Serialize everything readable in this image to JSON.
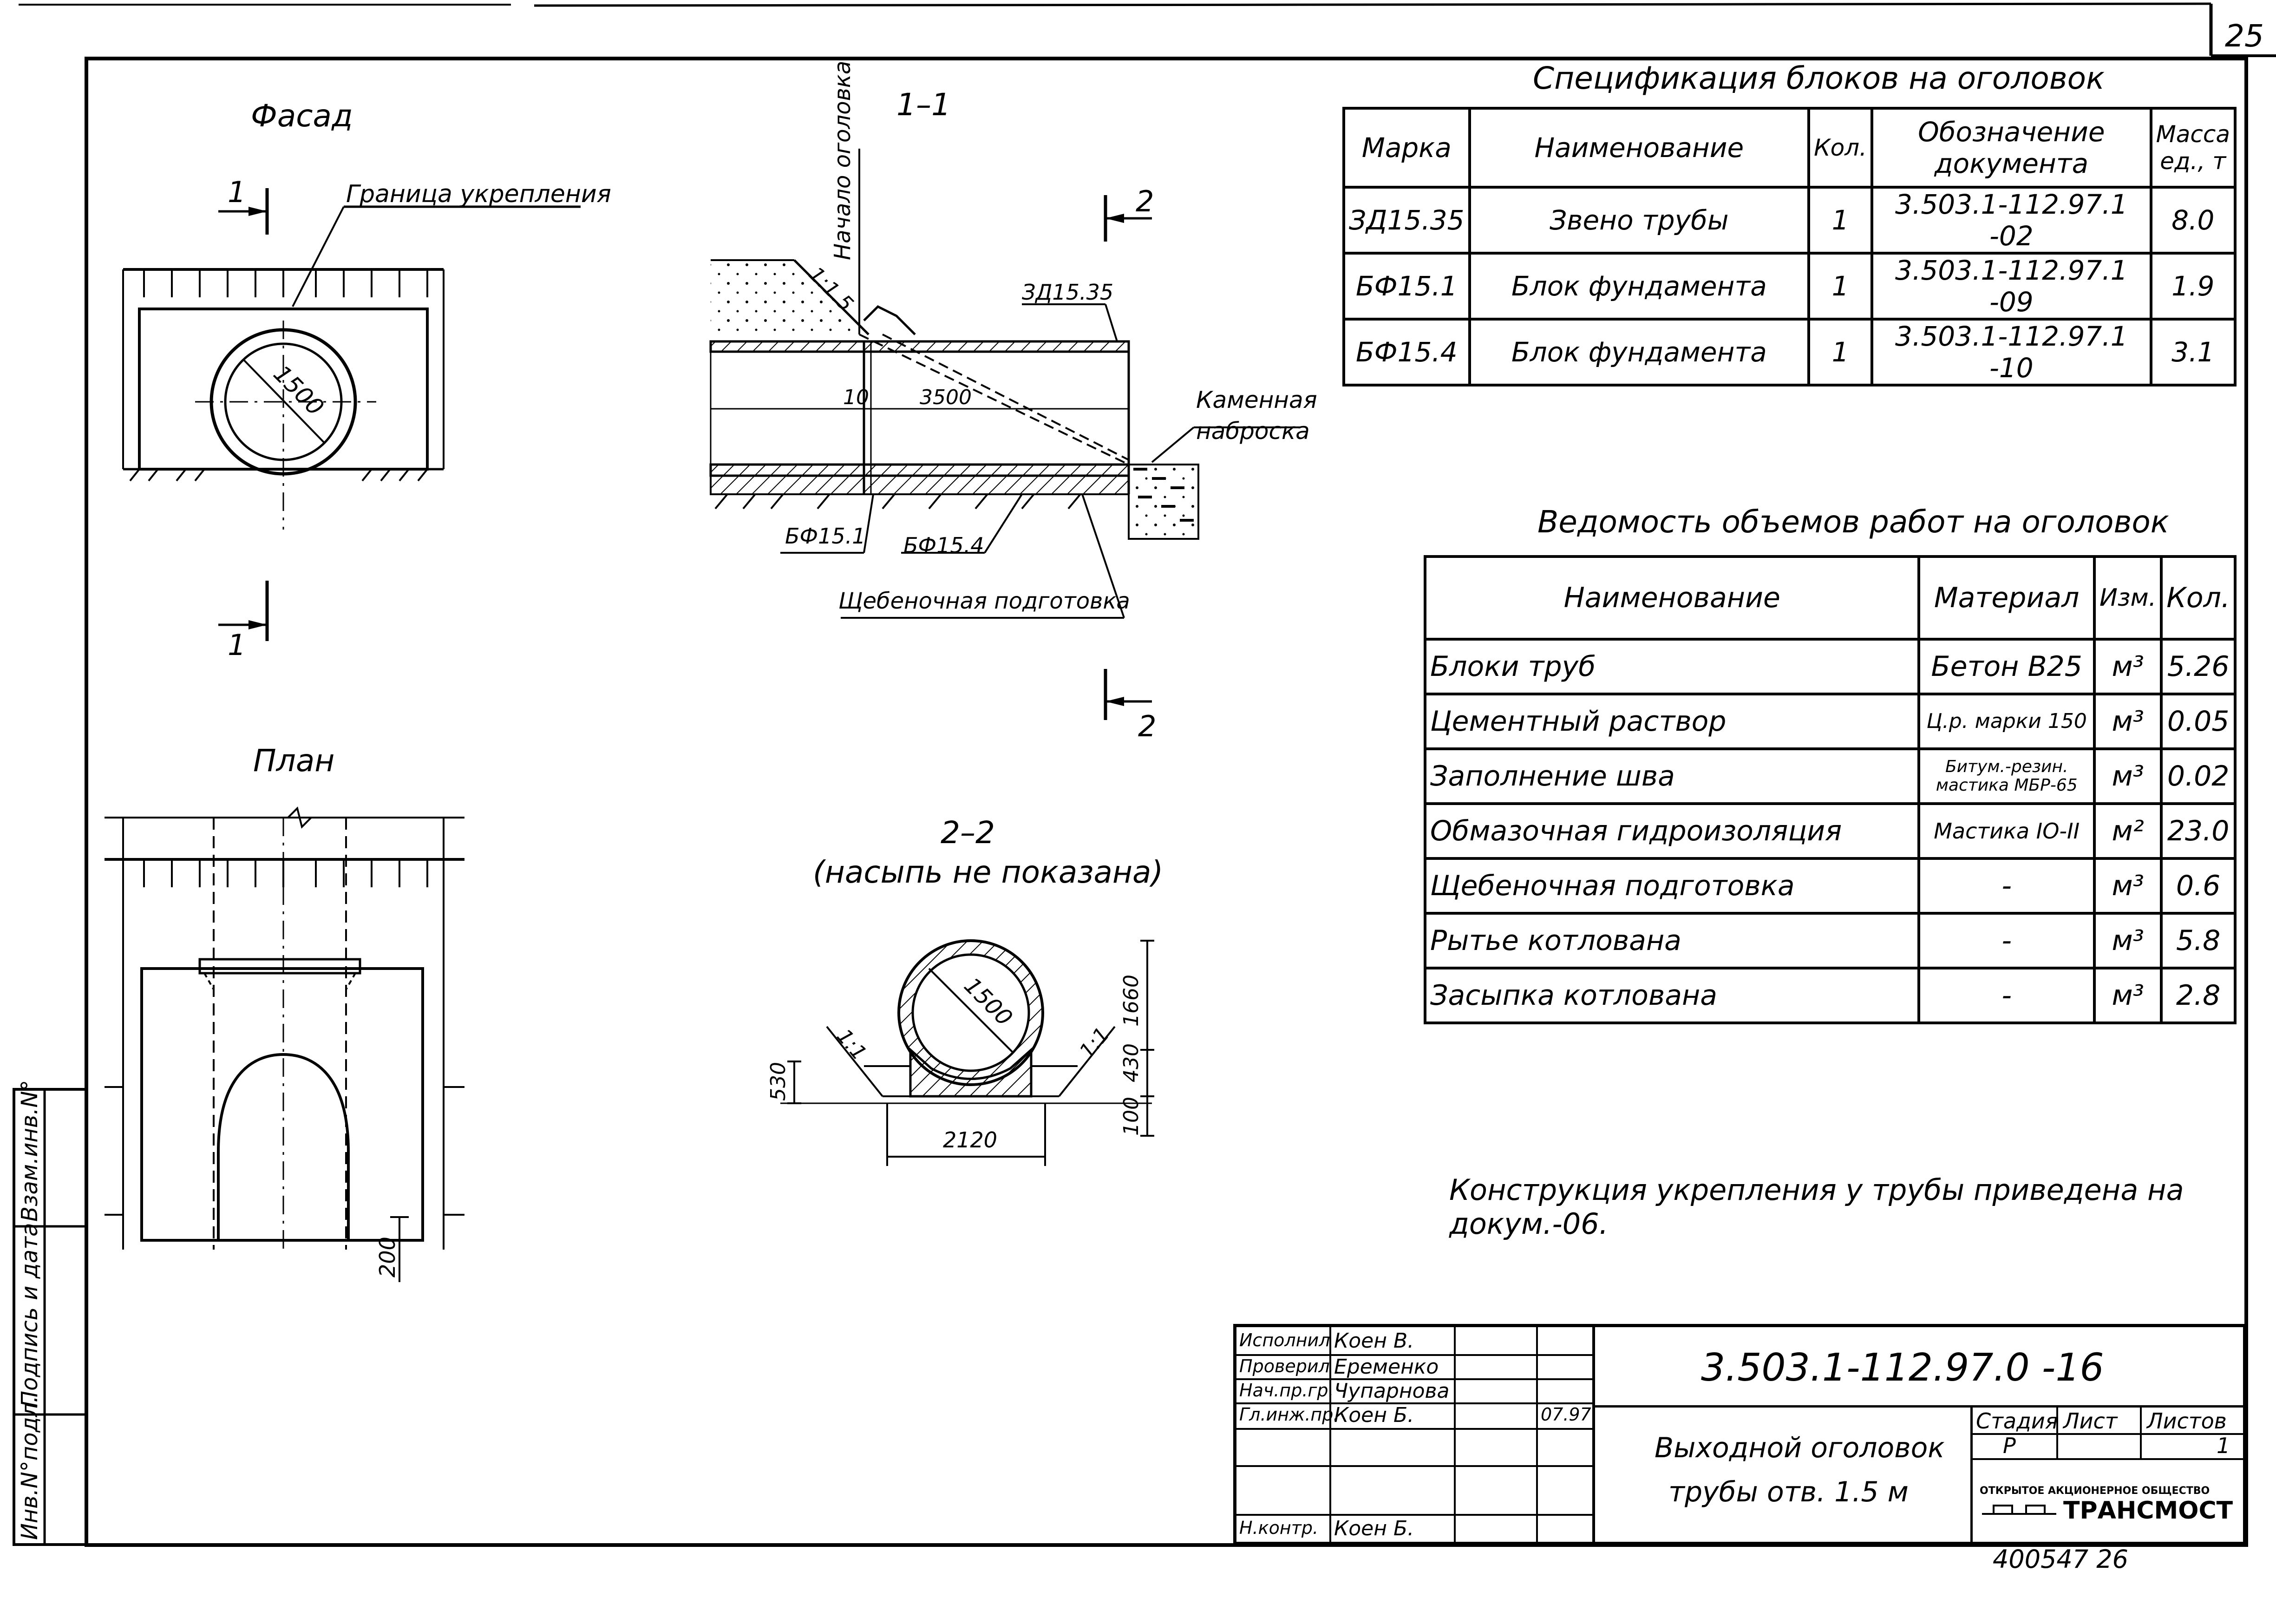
{
  "page_number": "25",
  "views": {
    "facade": {
      "title": "Фасад",
      "cut_mark": "1",
      "border_label": "Граница укрепления",
      "diameter": "1500"
    },
    "plan": {
      "title": "План",
      "dim_200": "200"
    },
    "section_1_1": {
      "title": "1–1",
      "cut_mark": "2",
      "start_label": "Начало оголовка",
      "slope": "1:1.5",
      "block_zd": "ЗД15.35",
      "dim_10": "10",
      "dim_3500": "3500",
      "riprap_line1": "Каменная",
      "riprap_line2": "наброска",
      "block_bf1": "БФ15.1",
      "block_bf4": "БФ15.4",
      "gravel_label": "Щебеночная подготовка"
    },
    "section_2_2": {
      "title": "2–2",
      "subtitle": "(насыпь не показана)",
      "diameter": "1500",
      "slope_left": "1:1",
      "slope_right": "1:1",
      "dim_1660": "1660",
      "dim_430": "430",
      "dim_100": "100",
      "dim_530": "530",
      "dim_2120": "2120"
    }
  },
  "spec_table": {
    "title": "Спецификация блоков на оголовок",
    "headers": [
      "Марка",
      "Наименование",
      "Кол.",
      "Обозначение документа",
      "Масса ед., т"
    ],
    "rows": [
      [
        "ЗД15.35",
        "Звено трубы",
        "1",
        "3.503.1-112.97.1 -02",
        "8.0"
      ],
      [
        "БФ15.1",
        "Блок фундамента",
        "1",
        "3.503.1-112.97.1 -09",
        "1.9"
      ],
      [
        "БФ15.4",
        "Блок фундамента",
        "1",
        "3.503.1-112.97.1 -10",
        "3.1"
      ]
    ]
  },
  "volume_table": {
    "title": "Ведомость объемов работ на оголовок",
    "headers": [
      "Наименование",
      "Материал",
      "Изм.",
      "Кол."
    ],
    "rows": [
      [
        "Блоки труб",
        "Бетон В25",
        "м³",
        "5.26"
      ],
      [
        "Цементный раствор",
        "Ц.р. марки 150",
        "м³",
        "0.05"
      ],
      [
        "Заполнение шва",
        "Битум.-резин. мастика МБР-65",
        "м³",
        "0.02"
      ],
      [
        "Обмазочная гидроизоляция",
        "Мастика IO-II",
        "м²",
        "23.0"
      ],
      [
        "Щебеночная подготовка",
        "-",
        "м³",
        "0.6"
      ],
      [
        "Рытье котлована",
        "-",
        "м³",
        "5.8"
      ],
      [
        "Засыпка котлована",
        "-",
        "м³",
        "2.8"
      ]
    ]
  },
  "note": "Конструкция укрепления у трубы приведена на докум.-06.",
  "side_stamp": [
    "Инв.N°подл.",
    "Подпись и дата",
    "Взам.инв.N°"
  ],
  "title_block": {
    "doc_code": "3.503.1-112.97.0 -16",
    "people": [
      {
        "role": "Исполнил",
        "name": "Коен В.",
        "date": ""
      },
      {
        "role": "Проверил",
        "name": "Еременко",
        "date": ""
      },
      {
        "role": "Нач.пр.гр.",
        "name": "Чупарнова",
        "date": ""
      },
      {
        "role": "Гл.инж.пр.",
        "name": "Коен Б.",
        "date": "07.97"
      },
      {
        "role": "",
        "name": "",
        "date": ""
      },
      {
        "role": "",
        "name": "",
        "date": ""
      },
      {
        "role": "Н.контр.",
        "name": "Коен Б.",
        "date": ""
      }
    ],
    "drawing_title_line1": "Выходной оголовок",
    "drawing_title_line2": "трубы отв. 1.5 м",
    "stage_header": "Стадия",
    "sheet_header": "Лист",
    "sheets_header": "Листов",
    "stage": "Р",
    "sheet": "",
    "sheets": "1",
    "company_small": "ОТКРЫТОЕ АКЦИОНЕРНОЕ ОБЩЕСТВО",
    "company_name": "ТРАНСМОСТ"
  },
  "archive_number": "400547 26"
}
